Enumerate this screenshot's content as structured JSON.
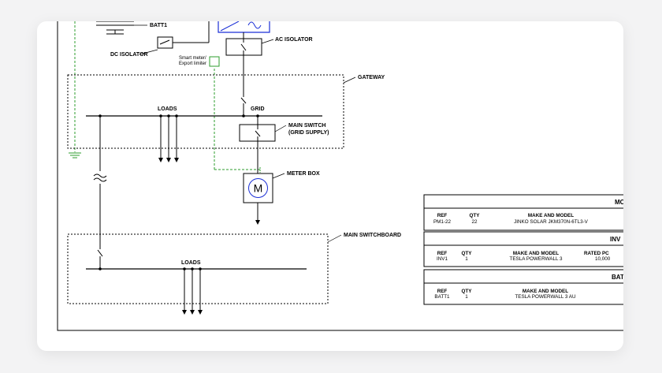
{
  "labels": {
    "batt1": "BATT1",
    "dc_isolator": "DC ISOLATOR",
    "ac_isolator": "AC ISOLATOR",
    "smart_meter_line1": "Smart meter/",
    "smart_meter_line2": "Export limiter",
    "gateway": "GATEWAY",
    "loads_gateway": "LOADS",
    "grid": "GRID",
    "main_switch_line1": "MAIN SWITCH",
    "main_switch_line2": "(GRID SUPPLY)",
    "meter_box": "METER BOX",
    "meter_symbol": "M",
    "main_switchboard": "MAIN SWITCHBOARD",
    "loads_switchboard": "LOADS"
  },
  "tables": {
    "modules": {
      "title": "MC",
      "headers": [
        "REF",
        "QTY",
        "MAKE AND MODEL"
      ],
      "row": [
        "PM1-22",
        "22",
        "JINKO SOLAR JKM370N-6TL3-V"
      ]
    },
    "inverters": {
      "title": "INV",
      "headers": [
        "REF",
        "QTY",
        "MAKE AND MODEL",
        "RATED PC"
      ],
      "row": [
        "INV1",
        "1",
        "TESLA POWERWALL 3",
        "10,000"
      ]
    },
    "batteries": {
      "title": "BAT",
      "headers": [
        "REF",
        "QTY",
        "MAKE AND MODEL"
      ],
      "row": [
        "BATT1",
        "1",
        "TESLA POWERWALL 3 AU"
      ]
    }
  },
  "colors": {
    "line": "#000000",
    "data_line": "#2e9e2e",
    "inverter_blue": "#1a2fd6"
  }
}
